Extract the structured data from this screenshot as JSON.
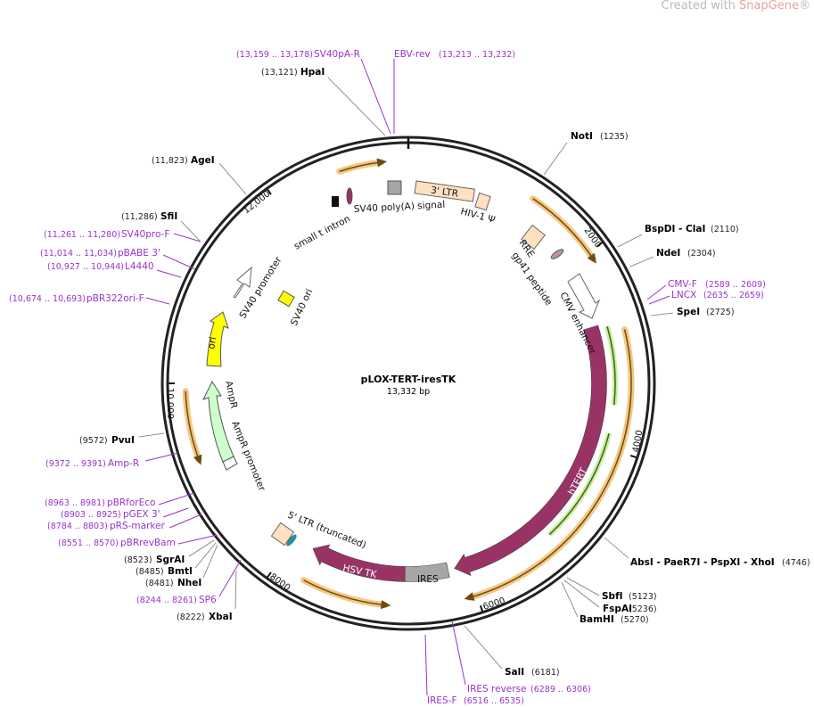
{
  "credit": {
    "prefix": "Created with ",
    "brand": "SnapGene",
    "reg": "®"
  },
  "plasmid": {
    "name": "pLOX-TERT-iresTK",
    "size": "13,332 bp"
  },
  "ticks": [
    "2000",
    "4000",
    "6000",
    "8000",
    "10,000",
    "12,000"
  ],
  "enzymes": [
    {
      "name": "HpaI",
      "pos": "(13,121)"
    },
    {
      "name": "NotI",
      "pos": "(1235)"
    },
    {
      "name": "BspDI  - ClaI",
      "pos": "(2110)"
    },
    {
      "name": "NdeI",
      "pos": "(2304)"
    },
    {
      "name": "SpeI",
      "pos": "(2725)"
    },
    {
      "name": "AbsI  - PaeR7I  - PspXI  - XhoI",
      "pos": "(4746)"
    },
    {
      "name": "SbfI",
      "pos": "(5123)"
    },
    {
      "name": "FspAI",
      "pos": "(5236)"
    },
    {
      "name": "BamHI",
      "pos": "(5270)"
    },
    {
      "name": "SalI",
      "pos": "(6181)"
    },
    {
      "name": "XbaI",
      "pos": "(8222)"
    },
    {
      "name": "NheI",
      "pos": "(8481)"
    },
    {
      "name": "BmtI",
      "pos": "(8485)"
    },
    {
      "name": "SgrAI",
      "pos": "(8523)"
    },
    {
      "name": "PvuI",
      "pos": "(9572)"
    },
    {
      "name": "SfiI",
      "pos": "(11,286)"
    },
    {
      "name": "AgeI",
      "pos": "(11,823)"
    }
  ],
  "primers": [
    {
      "name": "SV40pA-R",
      "range": "(13,159 .. 13,178)"
    },
    {
      "name": "EBV-rev",
      "range": "(13,213 .. 13,232)"
    },
    {
      "name": "CMV-F",
      "range": "(2589 .. 2609)"
    },
    {
      "name": "LNCX",
      "range": "(2635 .. 2659)"
    },
    {
      "name": "IRES reverse",
      "range": "(6289 .. 6306)"
    },
    {
      "name": "IRES-F",
      "range": "(6516 .. 6535)"
    },
    {
      "name": "SP6",
      "range": "(8244 .. 8261)"
    },
    {
      "name": "pBRrevBam",
      "range": "(8551 .. 8570)"
    },
    {
      "name": "pRS-marker",
      "range": "(8784 .. 8803)"
    },
    {
      "name": "pGEX 3'",
      "range": "(8903 .. 8925)"
    },
    {
      "name": "pBRforEco",
      "range": "(8963 .. 8981)"
    },
    {
      "name": "Amp-R",
      "range": "(9372 .. 9391)"
    },
    {
      "name": "pBR322ori-F",
      "range": "(10,674 .. 10,693)"
    },
    {
      "name": "L4440",
      "range": "(10,927 .. 10,944)"
    },
    {
      "name": "pBABE 3'",
      "range": "(11,014 .. 11,034)"
    },
    {
      "name": "SV40pro-F",
      "range": "(11,261 .. 11,280)"
    }
  ],
  "features": {
    "ltr3": "3' LTR",
    "hiv_psi": "HIV-1 Ψ",
    "sv40_polya": "SV40 poly(A) signal",
    "small_t": "small t intron",
    "sv40_promoter": "SV40 promoter",
    "sv40_ori": "SV40 ori",
    "rre": "RRE",
    "gp41": "gp41 peptide",
    "cmv_enhancer": "CMV enhancer",
    "htert": "hTERT",
    "hsv_tk": "HSV TK",
    "ires": "IRES",
    "ltr5": "5' LTR (truncated)",
    "ampr": "AmpR",
    "ampr_promoter": "AmpR promoter",
    "ori": "ori"
  },
  "colors": {
    "htert": "#993366",
    "ires": "#a6a6a6",
    "primer_bind": "#f5c77e",
    "green": "#66cc33",
    "ori": "#ffff00",
    "ampr": "#ccffcc",
    "ltr": "#ffe0c0",
    "primer": "#9933cc"
  }
}
